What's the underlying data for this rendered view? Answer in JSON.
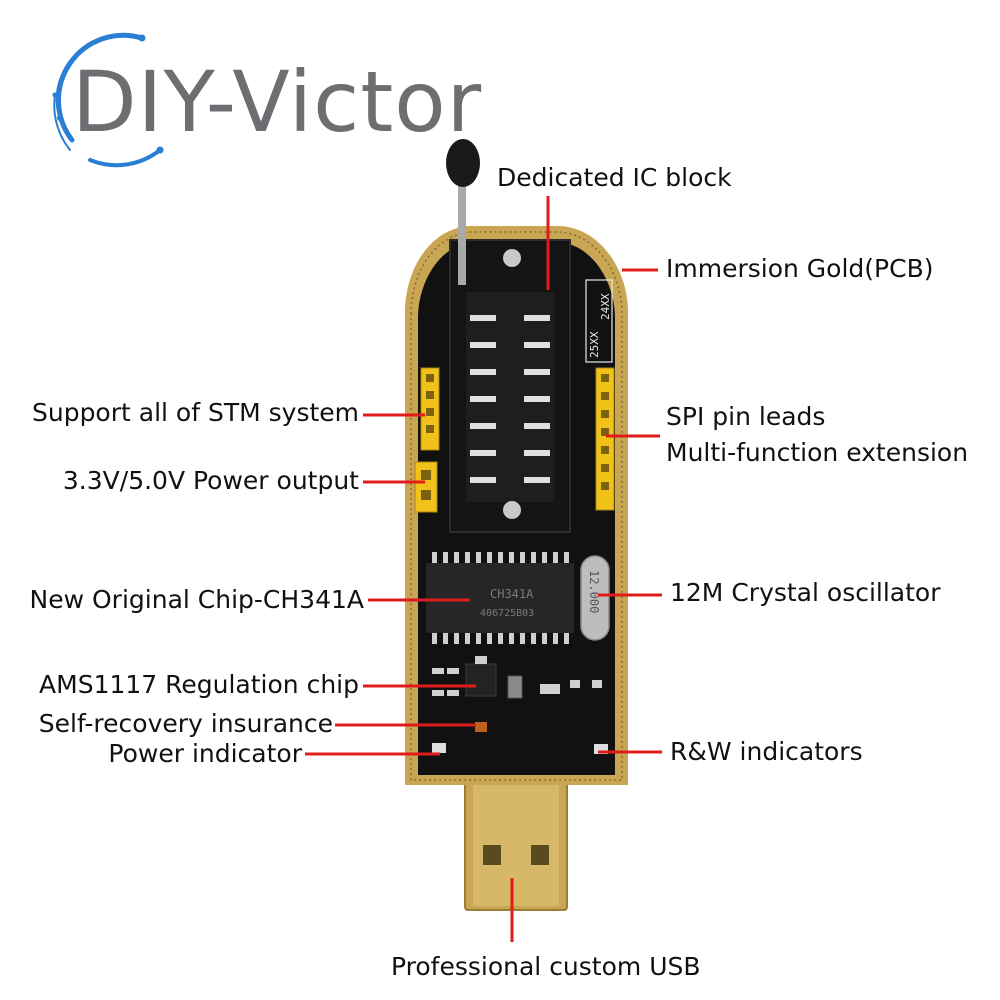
{
  "brand": {
    "text": "DIY-Victor",
    "ring_color": "#2a7fd4",
    "text_color": "#6d6e71"
  },
  "board": {
    "pcb_color": "#c9a654",
    "chip_text": "CH341A",
    "chip_code": "406725B03",
    "crystal_text": "12.000",
    "socket_marks": [
      "25XX",
      "24XX"
    ]
  },
  "labels": {
    "ic_block": "Dedicated IC block",
    "immersion_gold": "Immersion Gold(PCB)",
    "stm": "Support all of STM system",
    "spi_line1": "SPI pin leads",
    "spi_line2": "Multi-function extension",
    "power_output": "3.3V/5.0V Power output",
    "ch341a": "New Original Chip-CH341A",
    "crystal": "12M Crystal oscillator",
    "ams1117": "AMS1117 Regulation chip",
    "self_recovery": "Self-recovery insurance",
    "power_indicator": "Power indicator",
    "rw_indicators": "R&W indicators",
    "usb": "Professional custom USB"
  },
  "leader_color": "#e01b1b"
}
